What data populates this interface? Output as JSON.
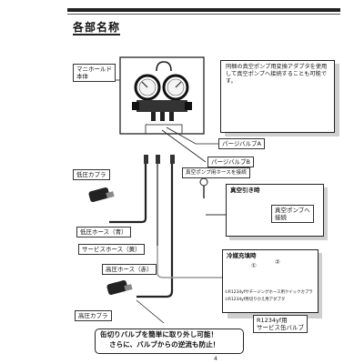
{
  "section_title": "各部名称",
  "manifold_label": "マニホールド\n本体",
  "adapter_note": "同梱の真空ポンプ用変換アダプタを使用して真空ポンプへ接続することも可能です。",
  "purge_valve_a": "パージバルブA",
  "purge_valve_b": "パージバルブB",
  "vacuum_hose_connection": "真空ポンプ用ホースを接続",
  "low_coupler": "低圧カプラ",
  "low_hose": "低圧ホース（青）",
  "service_hose": "サービスホース（黄）",
  "high_hose": "高圧ホース（赤）",
  "high_coupler": "高圧カプラ",
  "vacuum_pull_title": "真空引き時",
  "vacuum_pump_connection": "真空ポンプへ\n接続",
  "refrigerant_charge_title": "冷媒充填時",
  "step_1": "①",
  "step_2": "②",
  "note_1": "①R1234yfサチージングホース用クイックカプラ",
  "note_2": "②R1234yf用切りかえ用アダプタ",
  "service_can_valve": "R1234yf用\nサービス缶バルブ",
  "bottom_message_line1": "缶切りバルブを簡単に取り外し可能！",
  "bottom_message_line2": "さらに、バルブからの逆流も防止！",
  "page_number": "4",
  "colors": {
    "ink": "#111111",
    "shadow": "#cfcfcf",
    "hose": "#222222"
  }
}
